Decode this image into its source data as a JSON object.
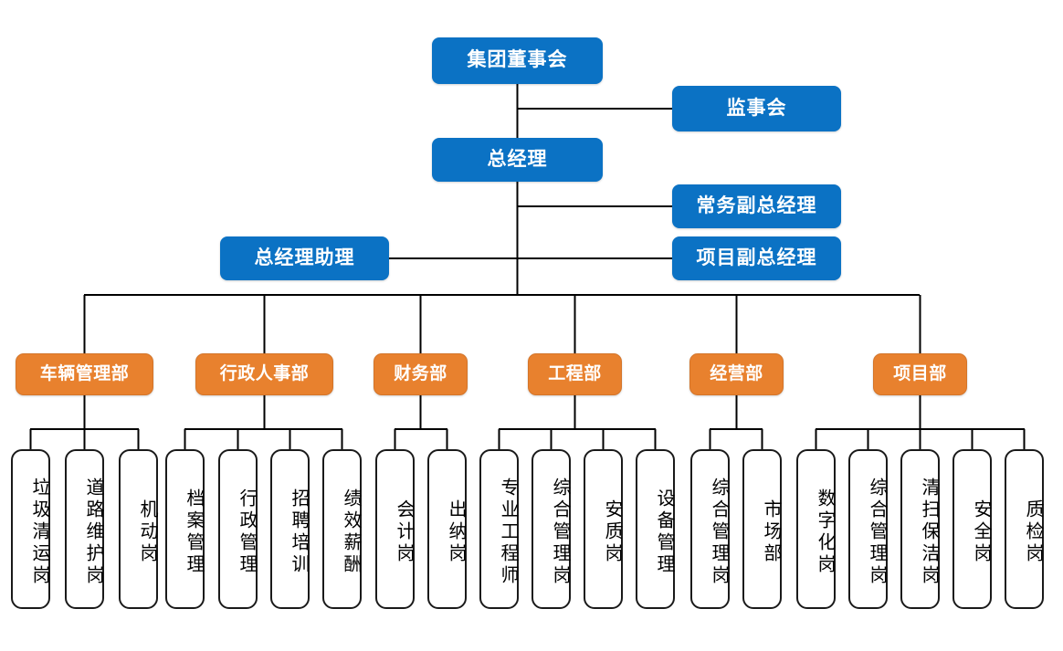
{
  "diagram": {
    "type": "organization-chart",
    "title": "",
    "colors": {
      "executive_fill": "#0b72c4",
      "department_fill": "#e8812e",
      "post_fill": "#ffffff",
      "post_border": "#1a1a1a",
      "connector": "#000000",
      "background": "#ffffff"
    }
  },
  "executive": {
    "board": "集团董事会",
    "supervisory": "监事会",
    "general_manager": "总经理",
    "executive_deputy": "常务副总经理",
    "project_deputy": "项目副总经理",
    "gm_assistant": "总经理助理"
  },
  "departments": [
    {
      "name": "车辆管理部",
      "posts": [
        "垃圾清运岗",
        "道路维护岗",
        "机动岗"
      ]
    },
    {
      "name": "行政人事部",
      "posts": [
        "档案管理",
        "行政管理",
        "招聘培训",
        "绩效薪酬"
      ]
    },
    {
      "name": "财务部",
      "posts": [
        "会计岗",
        "出纳岗"
      ]
    },
    {
      "name": "工程部",
      "posts": [
        "专业工程师",
        "综合管理岗",
        "安质岗",
        "设备管理"
      ]
    },
    {
      "name": "经营部",
      "posts": [
        "综合管理岗",
        "市场部"
      ]
    },
    {
      "name": "项目部",
      "posts": [
        "数字化岗",
        "综合管理岗",
        "清扫保洁岗",
        "安全岗",
        "质检岗"
      ]
    }
  ]
}
